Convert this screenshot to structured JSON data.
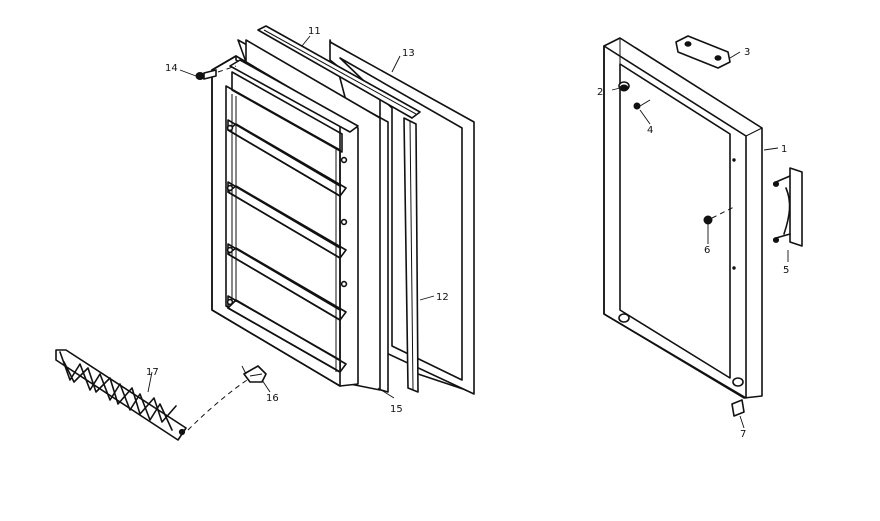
{
  "diagram": {
    "callouts": {
      "c1": "1",
      "c2": "2",
      "c3": "3",
      "c4": "4",
      "c5": "5",
      "c6": "6",
      "c7": "7",
      "c11": "11",
      "c12": "12",
      "c13": "13",
      "c14": "14",
      "c15": "15",
      "c16": "16",
      "c17": "17"
    }
  }
}
